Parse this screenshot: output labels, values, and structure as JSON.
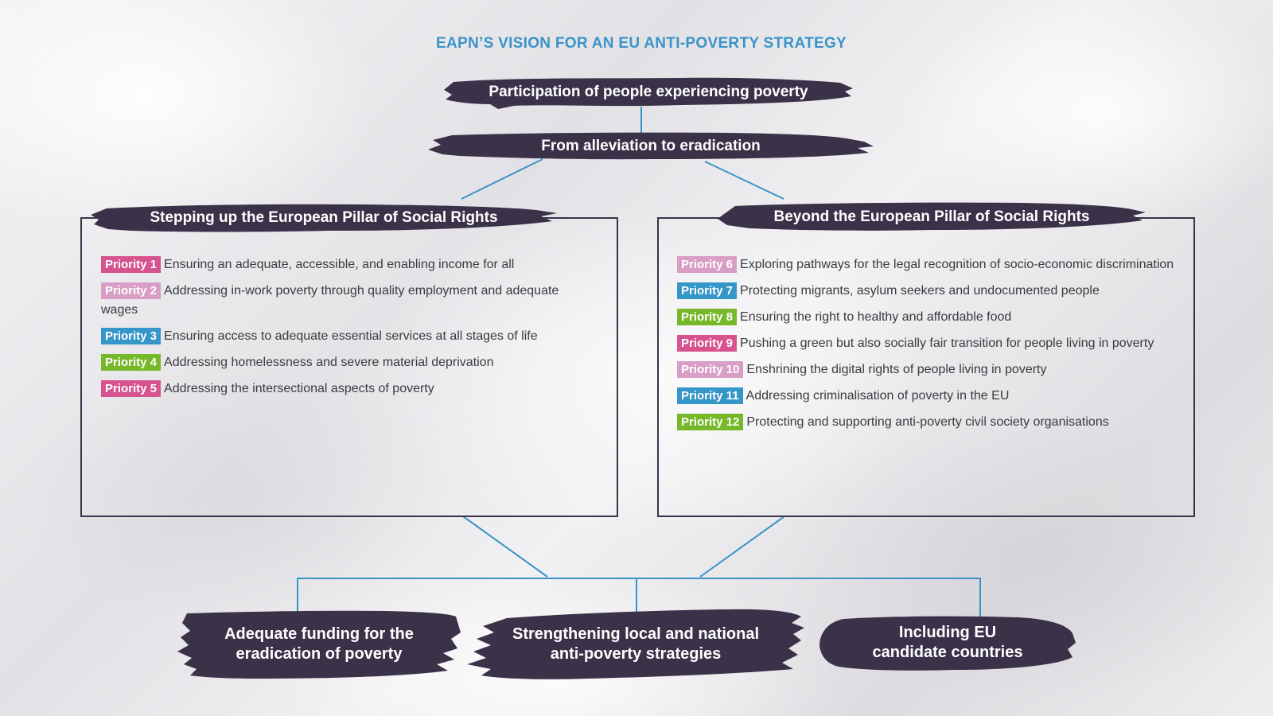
{
  "title": "EAPN’S VISION FOR AN EU ANTI-POVERTY STRATEGY",
  "colors": {
    "title": "#3a93c8",
    "blob_fill": "#3b3249",
    "connector": "#3a93c8",
    "box_border": "#3b3249",
    "priority_pink": "#d6538f",
    "priority_lightpink": "#d99ec6",
    "priority_blue": "#3596c8",
    "priority_green": "#76b82a",
    "text": "#3a3a3f"
  },
  "top_nodes": {
    "participation": "Participation of people experiencing poverty",
    "alleviation": "From alleviation to eradication"
  },
  "left_panel": {
    "heading": "Stepping up the European Pillar of Social Rights",
    "items": [
      {
        "label": "Priority 1",
        "color": "#d6538f",
        "text": "Ensuring an adequate, accessible, and enabling income for all"
      },
      {
        "label": "Priority 2",
        "color": "#d99ec6",
        "text": "Addressing in-work poverty through quality employment and adequate wages"
      },
      {
        "label": "Priority 3",
        "color": "#3596c8",
        "text": "Ensuring access to adequate essential services at all stages of life"
      },
      {
        "label": "Priority 4",
        "color": "#76b82a",
        "text": "Addressing homelessness and severe material deprivation"
      },
      {
        "label": "Priority 5",
        "color": "#d6538f",
        "text": "Addressing the intersectional aspects of poverty"
      }
    ]
  },
  "right_panel": {
    "heading": "Beyond the European  Pillar of Social Rights",
    "items": [
      {
        "label": "Priority 6",
        "color": "#d99ec6",
        "text": "Exploring pathways for the legal recognition of socio-economic discrimination"
      },
      {
        "label": "Priority 7",
        "color": "#3596c8",
        "text": "Protecting migrants, asylum seekers  and undocumented people"
      },
      {
        "label": "Priority 8",
        "color": "#76b82a",
        "text": "Ensuring the right to healthy and affordable food"
      },
      {
        "label": "Priority 9",
        "color": "#d6538f",
        "text": "Pushing a green but also socially fair transition for people living in poverty"
      },
      {
        "label": "Priority 10",
        "color": "#d99ec6",
        "text": "Enshrining the digital rights of people living in poverty"
      },
      {
        "label": "Priority 11",
        "color": "#3596c8",
        "text": "Addressing criminalisation of poverty in the EU"
      },
      {
        "label": "Priority 12",
        "color": "#76b82a",
        "text": "Protecting and supporting anti-poverty civil society organisations"
      }
    ]
  },
  "bottom_nodes": {
    "funding": "Adequate funding for the eradication of poverty",
    "strategies": "Strengthening local and national anti-poverty strategies",
    "candidates": "Including EU candidate countries"
  }
}
